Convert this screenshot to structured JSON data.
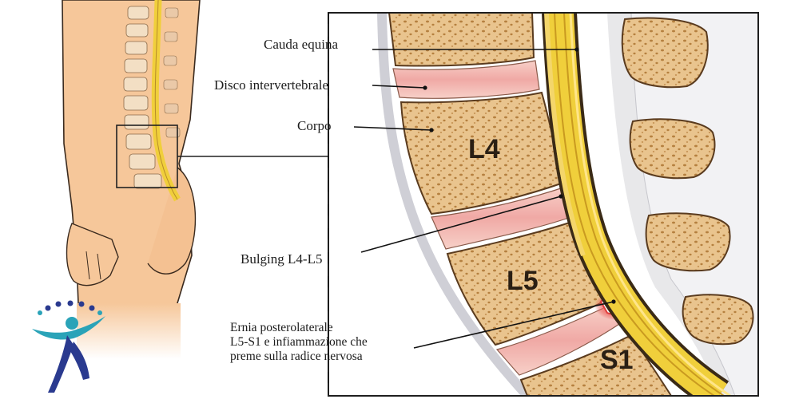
{
  "labels": {
    "cauda_equina": "Cauda equina",
    "disco": "Disco intervertebrale",
    "corpo": "Corpo",
    "bulging": "Bulging L4-L5",
    "ernia_line1": "Ernia posterolaterale",
    "ernia_line2": "L5-S1 e infiammazione che",
    "ernia_line3": "preme sulla radice nervosa"
  },
  "vertebrae": {
    "l4": "L4",
    "l5": "L5",
    "s1": "S1"
  },
  "colors": {
    "skin": "#f6c79a",
    "bone": "#e9c48e",
    "bone_pore": "#b07a3f",
    "disc": "#f2b8b5",
    "nerve": "#f0cf3b",
    "inflammation": "#e23a3a",
    "logo_blue": "#2a3a8f",
    "logo_teal": "#2aa3b8"
  }
}
